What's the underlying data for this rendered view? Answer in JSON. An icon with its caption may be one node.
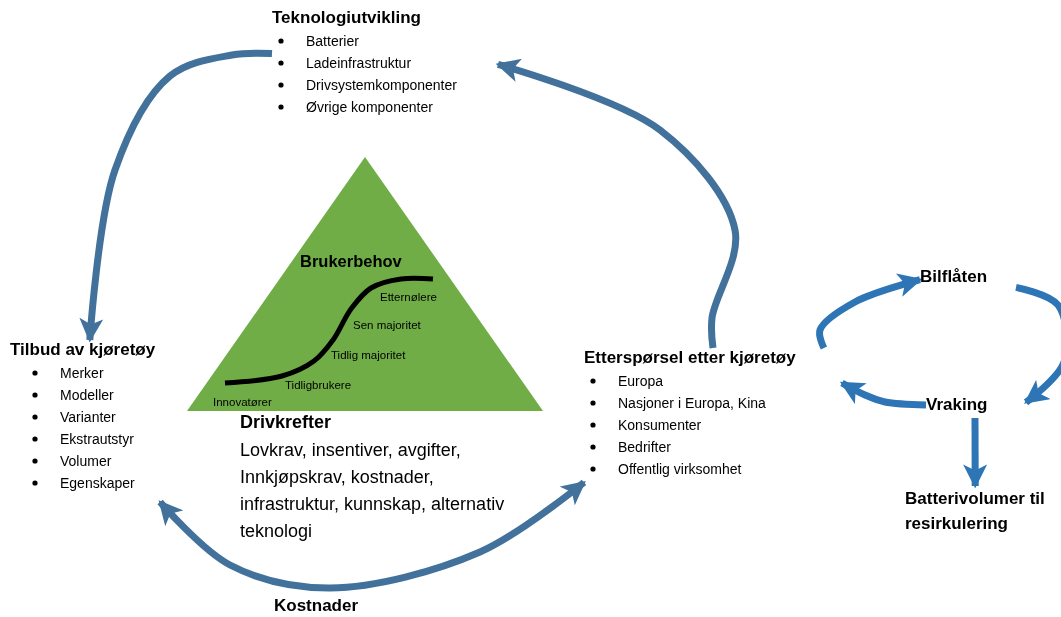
{
  "diagram": {
    "nodes": [
      {
        "text": [
          "Teknologiutvikling",
          "Batterier",
          "Ladeinfrastruktur",
          "Drivsystemkomponenter",
          "Øvrige komponenter"
        ]
      },
      {
        "text": [
          "Tilbud av kjøretøy",
          "Merker",
          "Modeller",
          "Varianter",
          "Ekstrautstyr",
          "Volumer",
          "Egenskaper"
        ]
      },
      {
        "text": [
          "Brukerbehov",
          "Etternølere",
          "Sen majoritet",
          "Tidlig majoritet",
          "Tidligbrukere",
          "Innovatører"
        ]
      },
      {
        "text": [
          "Drivkrefter",
          "Lovkrav, insentiver, avgifter, Innkjøpskrav, kostnader, infrastruktur, kunnskap, alternativ teknologi"
        ]
      },
      {
        "text": [
          "Etterspørsel etter kjøretøy",
          "Europa",
          "Nasjoner i Europa, Kina",
          "Konsumenter",
          "Bedrifter",
          "Offentlig virksomhet"
        ]
      },
      {
        "text": [
          "Bilflåten"
        ]
      },
      {
        "text": [
          "Vraking"
        ]
      },
      {
        "text": [
          "Batterivolumer til resirkulering"
        ]
      }
    ],
    "edges": [
      {
        "from": 0,
        "to": 1,
        "arrow": "to",
        "color": "#42719b"
      },
      {
        "from": 4,
        "to": 0,
        "arrow": "to",
        "color": "#42719b"
      },
      {
        "from": 4,
        "to": 1,
        "arrow": "both",
        "label": "Kostnader",
        "color": "#42719b"
      },
      {
        "from": 4,
        "to": 5,
        "arrow": "to"
      },
      {
        "from": 5,
        "to": 6,
        "arrow": "to"
      },
      {
        "from": 6,
        "to": 4,
        "arrow": "to"
      },
      {
        "from": 6,
        "to": 7,
        "arrow": "to"
      }
    ]
  }
}
